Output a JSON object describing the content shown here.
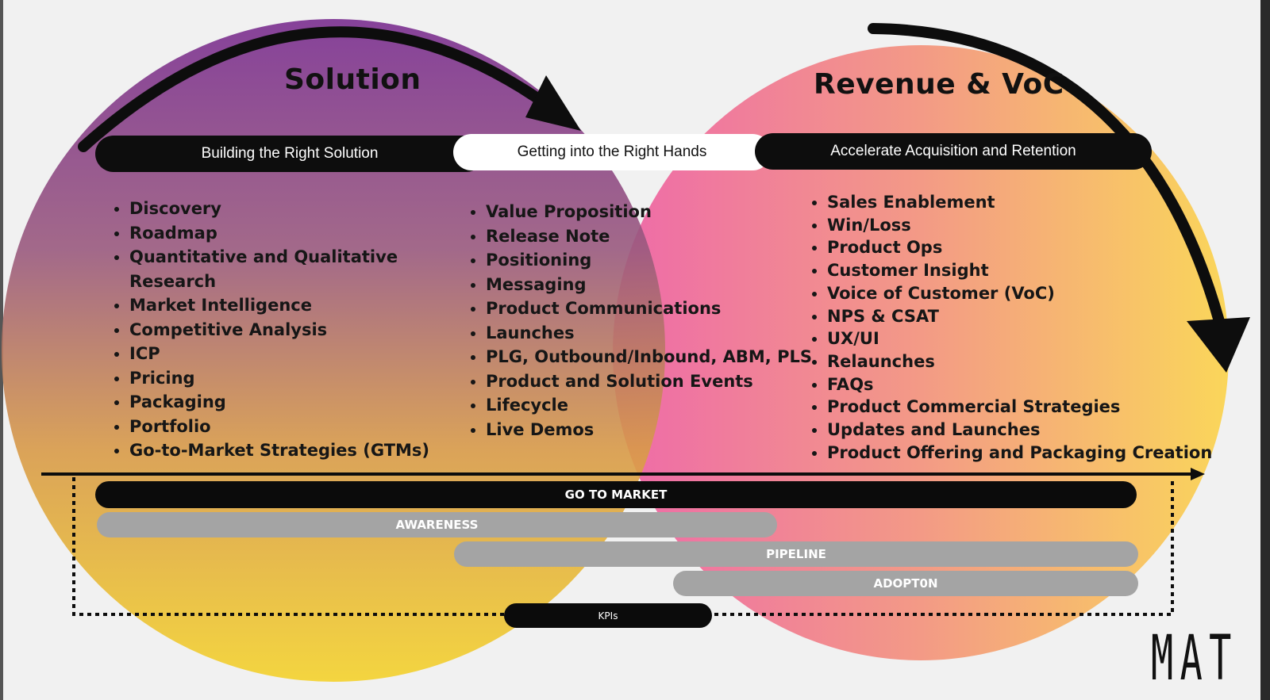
{
  "colors": {
    "solution_top": "#7a2e90",
    "solution_bottom": "#f4d22c",
    "revenue_left": "#ee6aa9",
    "revenue_right": "#fad65a",
    "bar_dark": "#0b0b0b",
    "bar_grey": "#a4a4a4"
  },
  "solution": {
    "title": "Solution",
    "subtitle": "Building the Right Solution",
    "items": [
      "Discovery",
      "Roadmap",
      "Quantitative and Qualitative Research",
      "Market Intelligence",
      "Competitive Analysis",
      "ICP",
      "Pricing",
      "Packaging",
      "Portfolio",
      "Go-to-Market Strategies (GTMs)"
    ]
  },
  "middle": {
    "subtitle": "Getting into the Right Hands",
    "items": [
      "Value Proposition",
      "Release Note",
      "Positioning",
      "Messaging",
      "Product Communications",
      "Launches",
      "PLG, Outbound/Inbound, ABM, PLS",
      "Product and Solution Events",
      "Lifecycle",
      "Live Demos"
    ]
  },
  "revenue": {
    "title": "Revenue & VoC",
    "subtitle": "Accelerate Acquisition and Retention",
    "items": [
      "Sales Enablement",
      "Win/Loss",
      "Product Ops",
      "Customer Insight",
      "Voice of Customer (VoC)",
      "NPS & CSAT",
      "UX/UI",
      "Relaunches",
      "FAQs",
      "Product Commercial Strategies",
      "Updates and Launches",
      "Product Offering and Packaging Creation"
    ]
  },
  "stages": {
    "go_to_market": "GO TO MARKET",
    "awareness": "AWARENESS",
    "pipeline": "PIPELINE",
    "adoption": "ADOPT0N",
    "kpis": "KPIs"
  },
  "logo": "MAT"
}
